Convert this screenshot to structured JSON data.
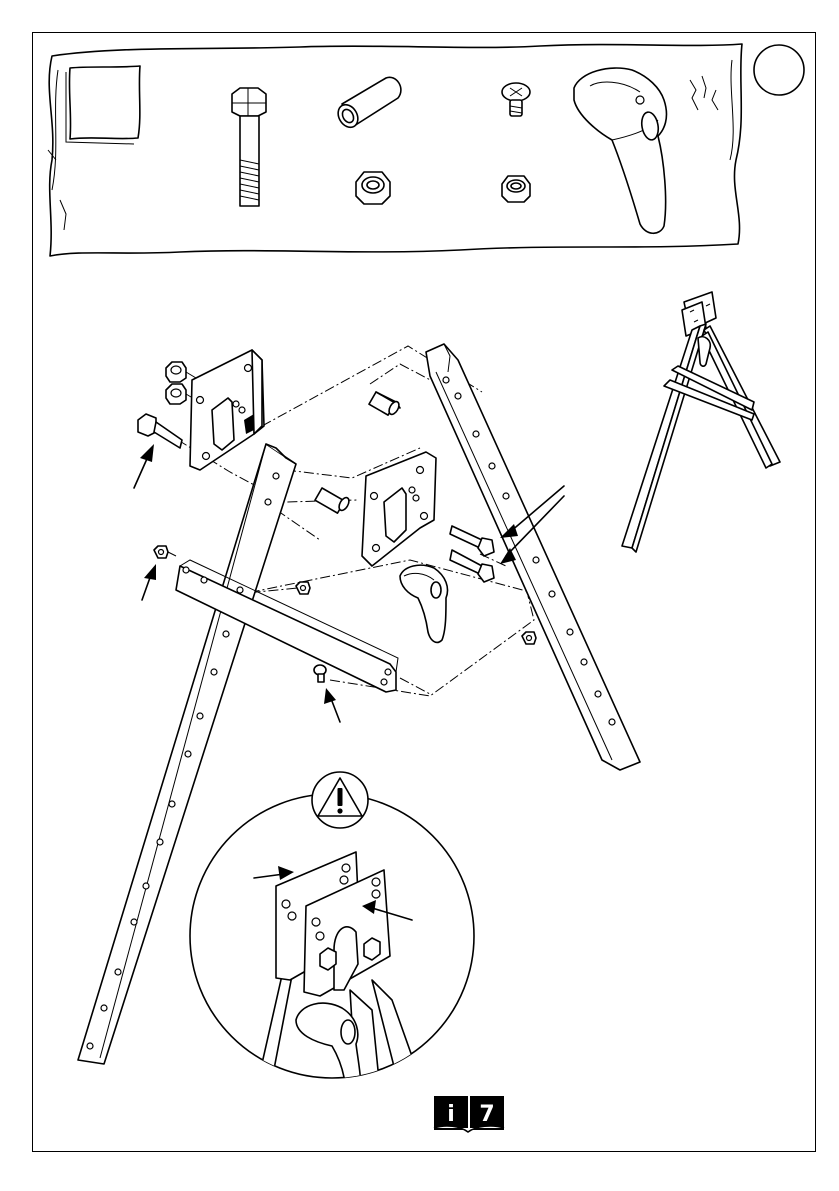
{
  "page": {
    "step_badge_text": "",
    "manual_reference": {
      "icon": "open-book-info-icon",
      "info_glyph": "i",
      "page_number": "7"
    },
    "warning_icon": "warning-triangle-icon"
  },
  "parts_panel": {
    "parts": [
      {
        "name": "quantity-box",
        "label": ""
      },
      {
        "name": "hex-bolt",
        "icon": "hex-bolt-icon"
      },
      {
        "name": "spacer-tube",
        "icon": "spacer-tube-icon"
      },
      {
        "name": "phillips-screw",
        "icon": "phillips-screw-icon"
      },
      {
        "name": "locking-lever",
        "icon": "locking-lever-icon"
      },
      {
        "name": "lock-nut-large",
        "icon": "lock-nut-icon"
      },
      {
        "name": "lock-nut-small",
        "icon": "lock-nut-icon"
      }
    ]
  }
}
